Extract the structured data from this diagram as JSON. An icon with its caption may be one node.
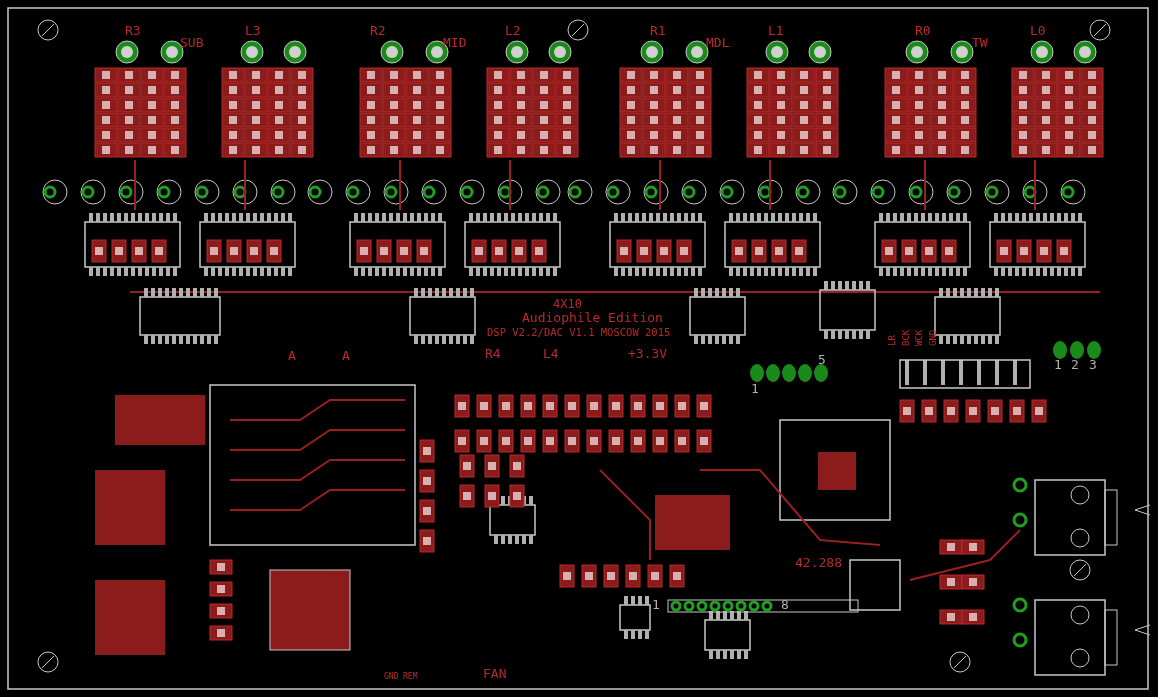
{
  "diagram": {
    "labels": [
      "R3",
      "SUB",
      "L3",
      "R2",
      "MID",
      "L2",
      "R1",
      "MDL",
      "L1",
      "R0",
      "TW",
      "L0",
      "4X10",
      "Audiophile Edition",
      "DSP V2.2/DAC V1.1 MOSCOW 2015",
      "A",
      "A",
      "R4",
      "L4",
      "+3.3V",
      "1",
      "5",
      "LR",
      "BCK",
      "WCK",
      "GND",
      "1",
      "2",
      "3",
      "42.288",
      "1",
      "8",
      "GND",
      "REM",
      "FAN"
    ]
  }
}
